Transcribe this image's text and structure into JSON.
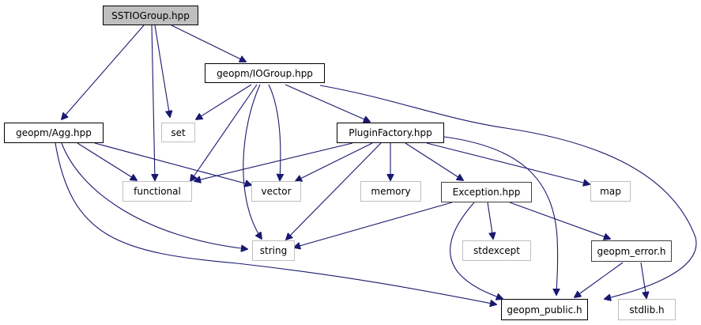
{
  "title": "SSTIOGroup.hpp include dependency graph",
  "nodes": {
    "root": "SSTIOGroup.hpp",
    "iogroup": "geopm/IOGroup.hpp",
    "agg": "geopm/Agg.hpp",
    "set": "set",
    "pluginfactory": "PluginFactory.hpp",
    "functional": "functional",
    "vector": "vector",
    "memory": "memory",
    "exception": "Exception.hpp",
    "map": "map",
    "string": "string",
    "stdexcept": "stdexcept",
    "geopm_error": "geopm_error.h",
    "geopm_public": "geopm_public.h",
    "stdlib": "stdlib.h"
  },
  "edges": [
    [
      "root",
      "agg"
    ],
    [
      "root",
      "functional"
    ],
    [
      "root",
      "set"
    ],
    [
      "root",
      "iogroup"
    ],
    [
      "iogroup",
      "set"
    ],
    [
      "iogroup",
      "functional"
    ],
    [
      "iogroup",
      "string"
    ],
    [
      "iogroup",
      "vector"
    ],
    [
      "iogroup",
      "pluginfactory"
    ],
    [
      "iogroup",
      "geopm_public"
    ],
    [
      "agg",
      "functional"
    ],
    [
      "agg",
      "vector"
    ],
    [
      "agg",
      "string"
    ],
    [
      "agg",
      "geopm_public"
    ],
    [
      "pluginfactory",
      "functional"
    ],
    [
      "pluginfactory",
      "vector"
    ],
    [
      "pluginfactory",
      "string"
    ],
    [
      "pluginfactory",
      "memory"
    ],
    [
      "pluginfactory",
      "exception"
    ],
    [
      "pluginfactory",
      "map"
    ],
    [
      "pluginfactory",
      "geopm_public"
    ],
    [
      "exception",
      "string"
    ],
    [
      "exception",
      "stdexcept"
    ],
    [
      "exception",
      "geopm_error"
    ],
    [
      "exception",
      "geopm_public"
    ],
    [
      "geopm_error",
      "geopm_public"
    ],
    [
      "geopm_error",
      "stdlib"
    ]
  ],
  "colors": {
    "edge": "#191970",
    "root_fill": "#bfbfbf",
    "system_border": "#bfbfbf",
    "local_border": "#000000"
  }
}
